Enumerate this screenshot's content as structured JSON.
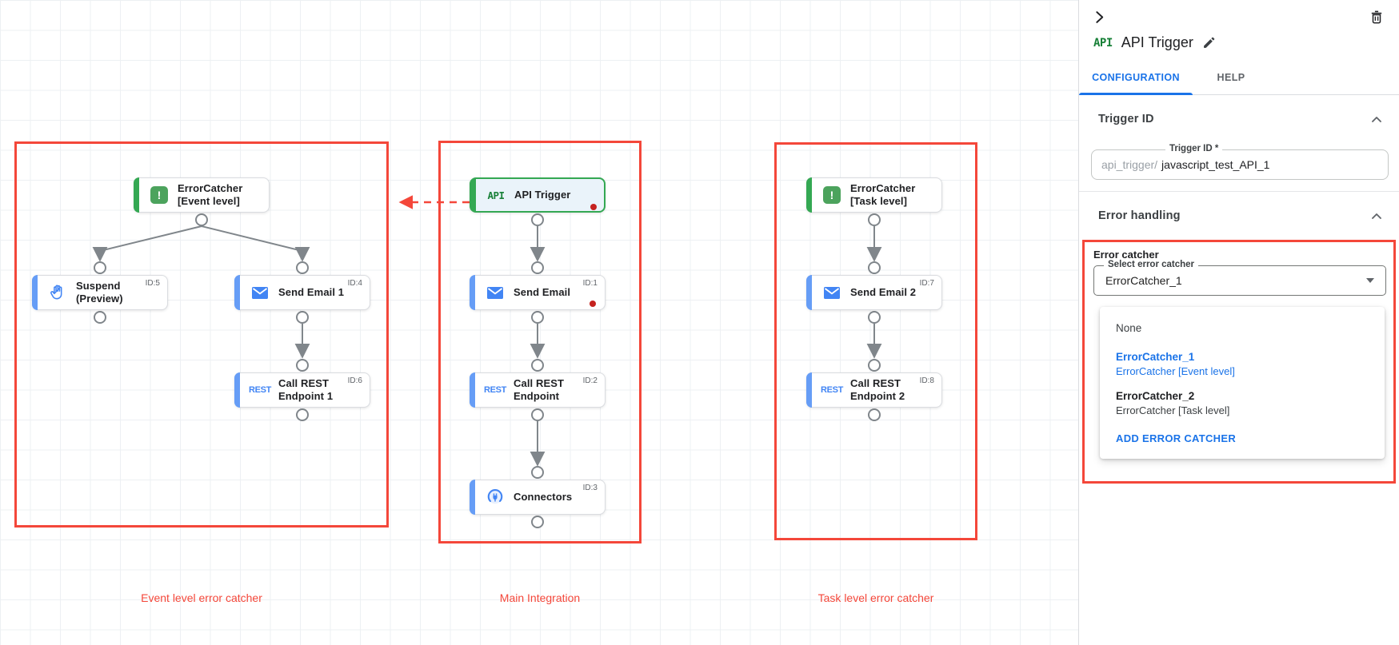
{
  "colors": {
    "highlight_red": "#F4473A",
    "link_blue": "#1A73E8",
    "task_bar_blue": "#669DF6",
    "error_bar_green": "#34A853",
    "trigger_node_bg": "#EAF3FA",
    "connector_gray": "#80868B",
    "error_dot_red": "#C5221F"
  },
  "icons": {
    "panel_collapse": "chevron-right",
    "delete": "trash-can",
    "edit_title": "pencil",
    "section_collapse": "chevron-up",
    "select_open": "dropdown-caret",
    "error_catcher": "exclamation-square",
    "suspend": "hand",
    "send_email": "envelope",
    "rest": "REST-text",
    "api": "API-text",
    "connectors": "plug-circle"
  },
  "canvas": {
    "icon_text": {
      "api": "API",
      "rest": "REST"
    },
    "groups": [
      {
        "label": "Event level error catcher",
        "nodes": [
          {
            "line1": "ErrorCatcher",
            "line2": "[Event level]",
            "id": ""
          },
          {
            "line1": "Suspend",
            "line2": "(Preview)",
            "id": "ID:5"
          },
          {
            "line1": "Send Email 1",
            "line2": "",
            "id": "ID:4"
          },
          {
            "line1": "Call REST",
            "line2": "Endpoint 1",
            "id": "ID:6"
          }
        ]
      },
      {
        "label": "Main Integration",
        "nodes": [
          {
            "line1": "API Trigger",
            "line2": "",
            "id": ""
          },
          {
            "line1": "Send Email",
            "line2": "",
            "id": "ID:1"
          },
          {
            "line1": "Call REST",
            "line2": "Endpoint",
            "id": "ID:2"
          },
          {
            "line1": "Connectors",
            "line2": "",
            "id": "ID:3"
          }
        ]
      },
      {
        "label": "Task level error catcher",
        "nodes": [
          {
            "line1": "ErrorCatcher",
            "line2": "[Task level]",
            "id": ""
          },
          {
            "line1": "Send Email 2",
            "line2": "",
            "id": "ID:7"
          },
          {
            "line1": "Call REST",
            "line2": "Endpoint 2",
            "id": "ID:8"
          }
        ]
      }
    ]
  },
  "panel": {
    "badge": "API",
    "title": "API Trigger",
    "tabs": [
      {
        "label": "CONFIGURATION",
        "active": true
      },
      {
        "label": "HELP",
        "active": false
      }
    ],
    "trigger_id": {
      "heading": "Trigger ID",
      "field_label": "Trigger ID *",
      "prefix": "api_trigger/",
      "value": "javascript_test_API_1"
    },
    "error_handling": {
      "heading": "Error handling",
      "group_label": "Error catcher",
      "select_label": "Select error catcher",
      "select_value": "ErrorCatcher_1",
      "menu": {
        "none": "None",
        "options": [
          {
            "name": "ErrorCatcher_1",
            "desc": "ErrorCatcher [Event level]",
            "selected": true
          },
          {
            "name": "ErrorCatcher_2",
            "desc": "ErrorCatcher [Task level]",
            "selected": false
          }
        ],
        "add_label": "ADD ERROR CATCHER"
      }
    }
  }
}
